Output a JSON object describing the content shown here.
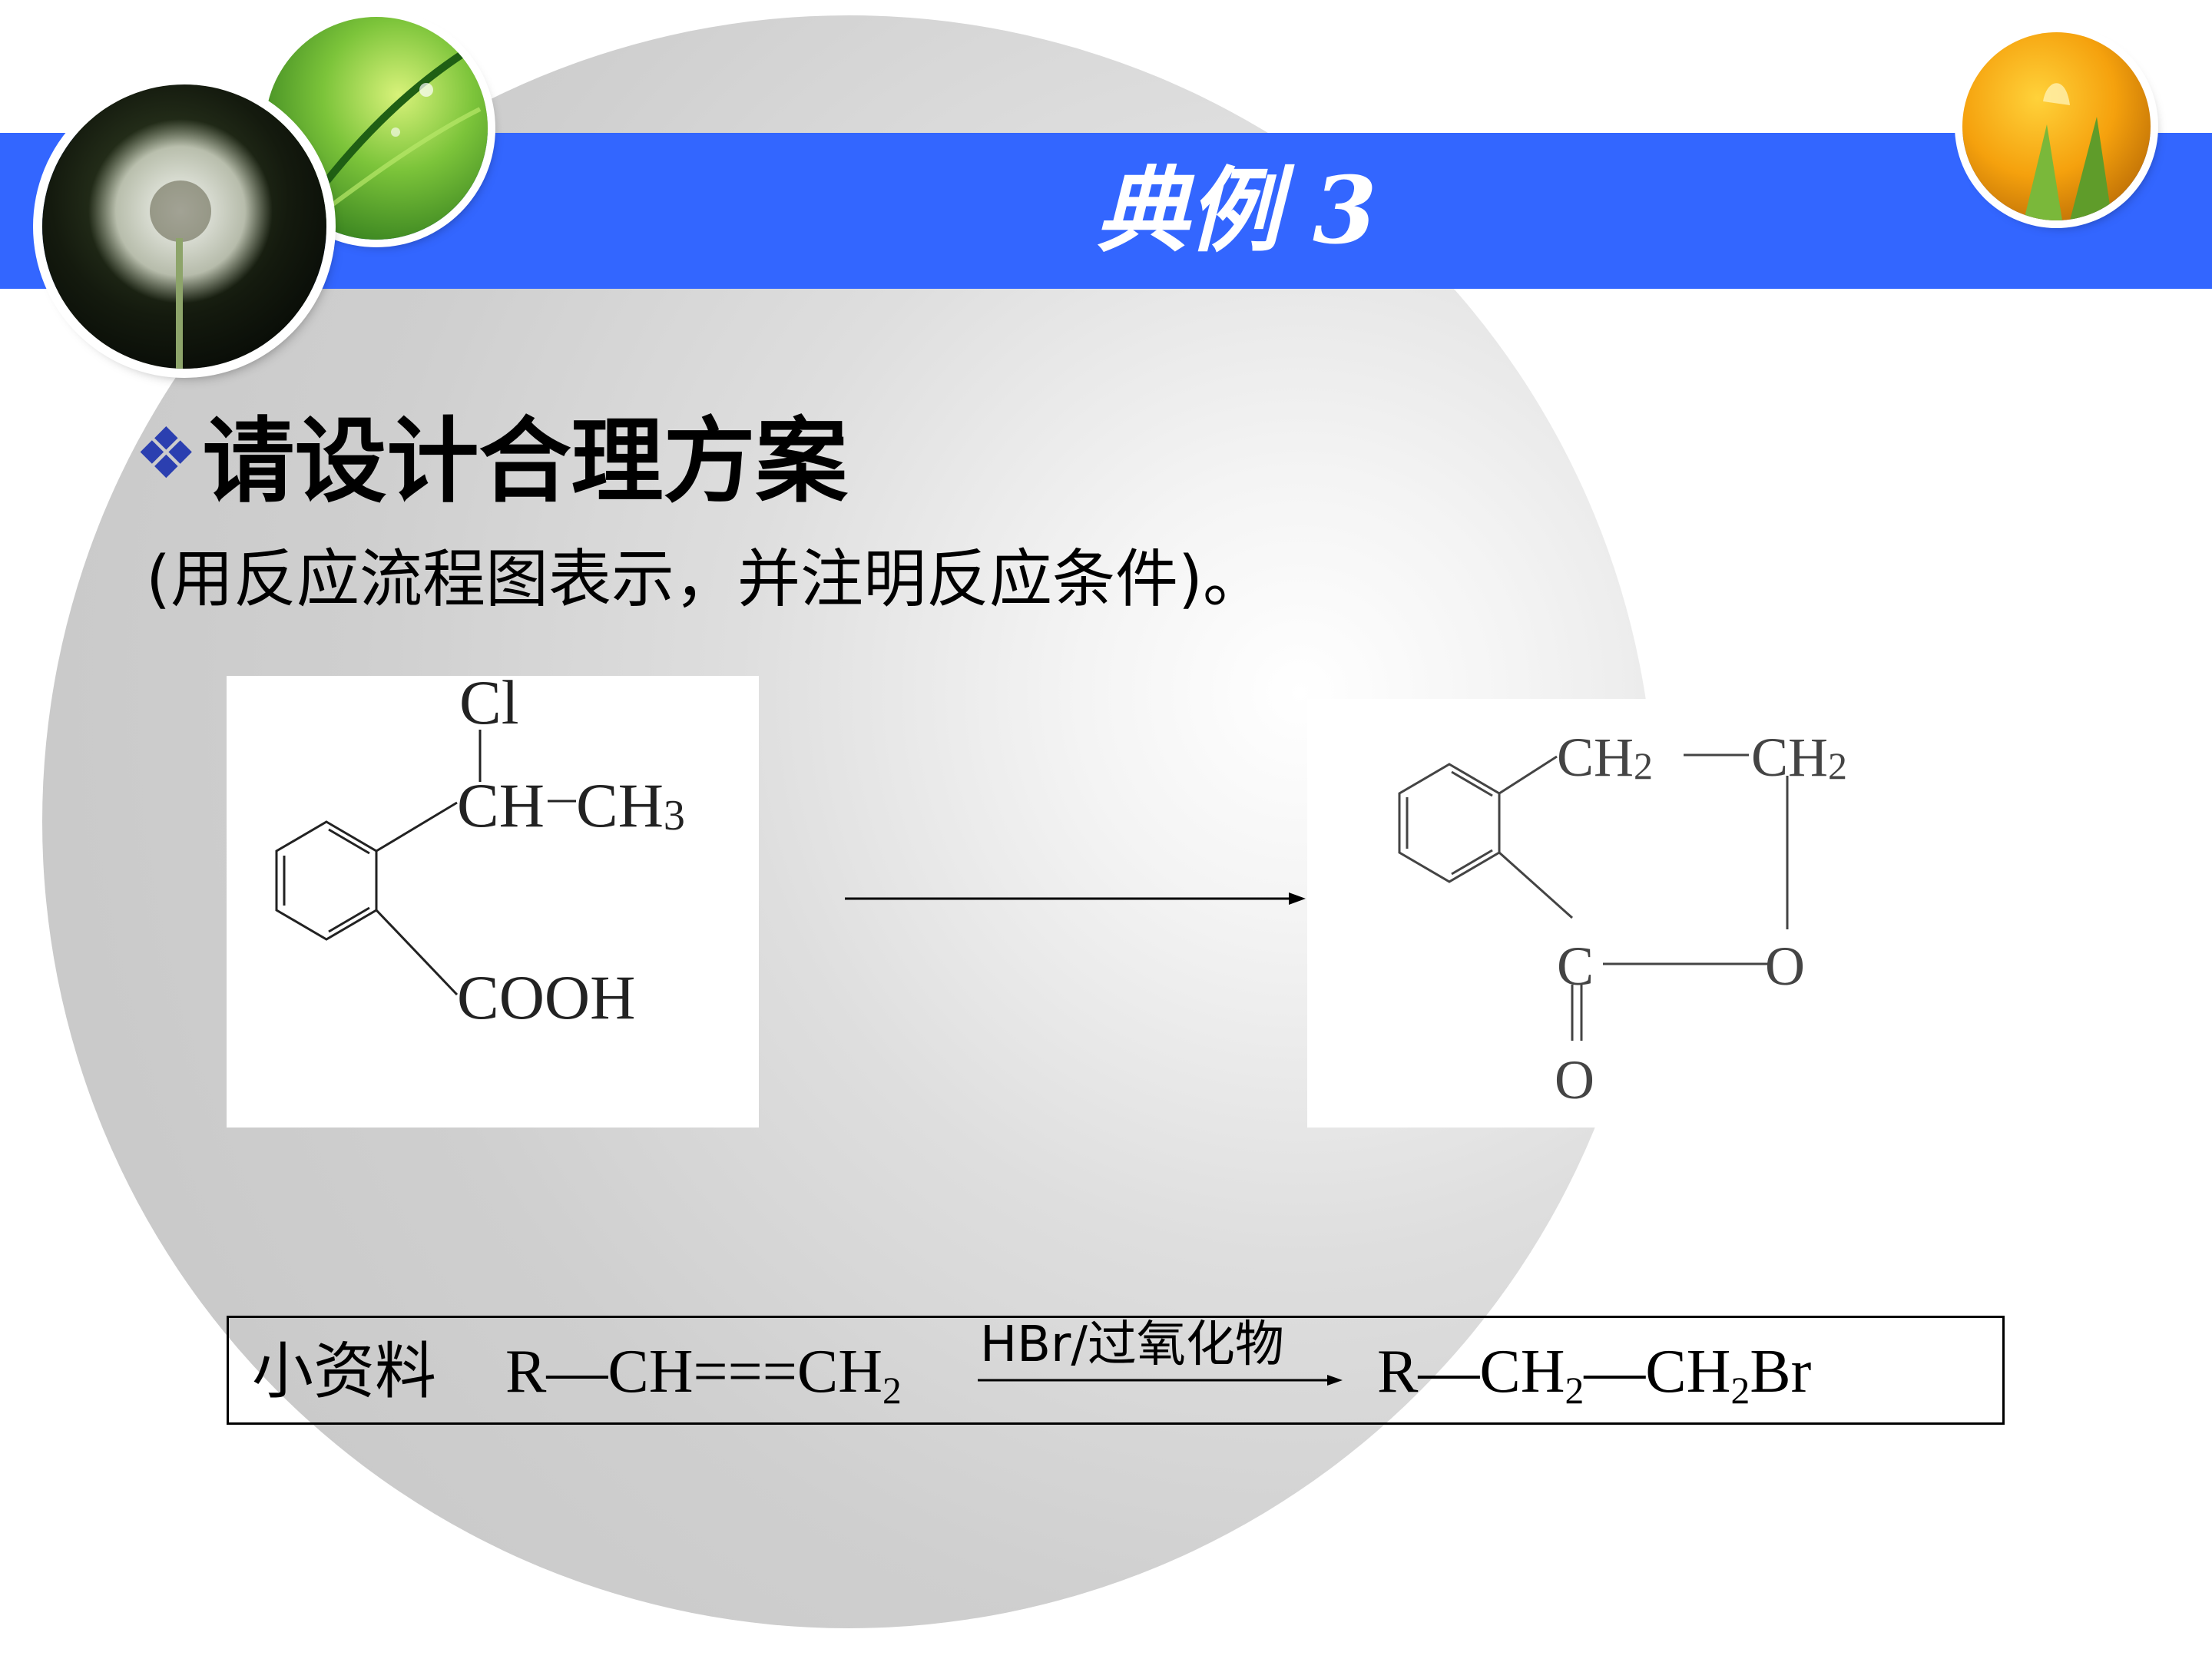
{
  "slide": {
    "title": "典例 3",
    "heading": "请设计合理方案",
    "subline": "(用反应流程图表示，并注明反应条件)。",
    "colors": {
      "band": "#3366ff",
      "bullet": "#2b3fb0",
      "title_text": "#ffffff"
    }
  },
  "reactant": {
    "cl": "Cl",
    "ch": "CH",
    "ch3": "CH",
    "ch3_sub": "3",
    "cooh": "COOH"
  },
  "product_struct": {
    "ch2_a": "CH",
    "ch2_b": "CH",
    "sub2": "2",
    "c": "C",
    "o_ring": "O",
    "o_carbonyl": "O"
  },
  "info": {
    "label": "小资料",
    "reactant_prefix": "R—CH===CH",
    "sub": "2",
    "condition": "HBr/过氧化物",
    "product_a": "R—CH",
    "product_b": "—CH",
    "product_c": "Br"
  },
  "icons": {
    "bullet": "diamond-bullet-icon",
    "photo_left": "dandelion-photo",
    "photo_leaf": "green-leaf-photo",
    "photo_right": "tulip-photo"
  }
}
